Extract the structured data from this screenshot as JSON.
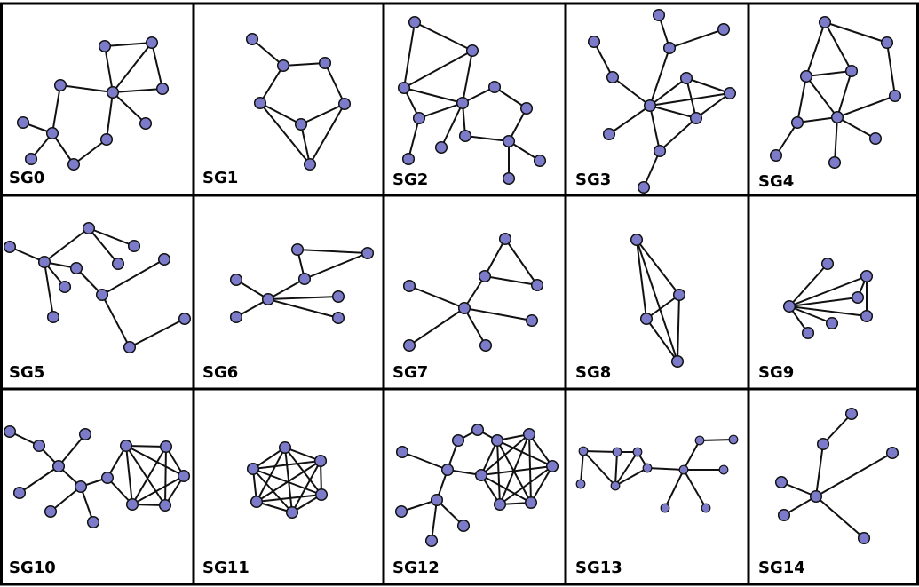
{
  "labels": [
    "SG0",
    "SG1",
    "SG2",
    "SG3",
    "SG4",
    "SG5",
    "SG6",
    "SG7",
    "SG8",
    "SG9",
    "SG10",
    "SG11",
    "SG12",
    "SG13",
    "SG14"
  ],
  "node_color": "#7b7bc9",
  "edge_color": "#111111",
  "border_color": "#000000"
}
